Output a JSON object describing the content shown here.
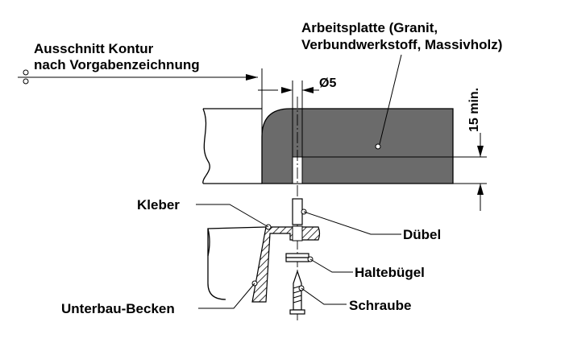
{
  "labels": {
    "countertop_line1": "Arbeitsplatte (Granit,",
    "countertop_line2": "Verbundwerkstoff, Massivholz)",
    "cutout_line1": "Ausschnitt Kontur",
    "cutout_line2": "nach Vorgabenzeichnung",
    "diameter": "Ø5",
    "min_depth": "15 min.",
    "glue": "Kleber",
    "dowel": "Dübel",
    "bracket": "Haltebügel",
    "screw": "Schraube",
    "sink": "Unterbau-Becken"
  },
  "colors": {
    "countertop_fill": "#6b6b6b",
    "line": "#000000",
    "hatch": "#000000"
  }
}
